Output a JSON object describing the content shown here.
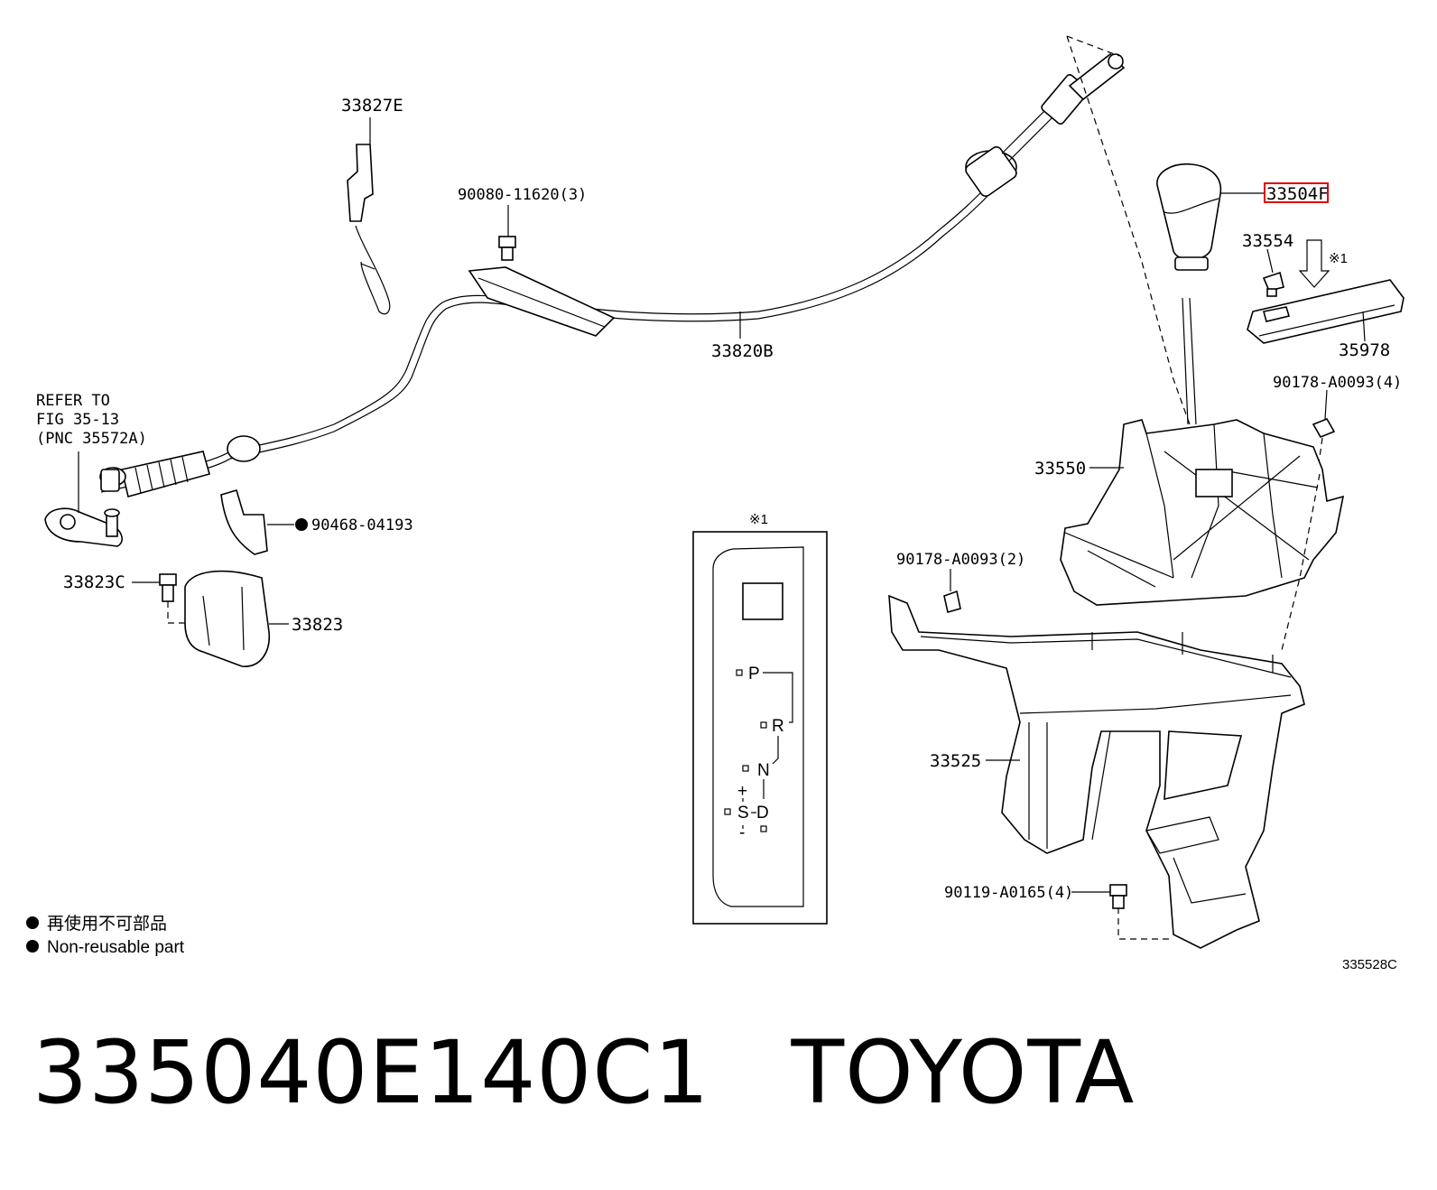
{
  "labels": {
    "p33827E": "33827E",
    "p90080": "90080-11620(3)",
    "p33820B": "33820B",
    "p33504F": "33504F",
    "p33554": "33554",
    "note1": "※1",
    "p35978": "35978",
    "p90178_4": "90178-A0093(4)",
    "p33550": "33550",
    "refer1": "REFER TO",
    "refer2": "FIG 35-13",
    "refer3": "(PNC 35572A)",
    "p90468": "90468-04193",
    "p33823C": "33823C",
    "p33823": "33823",
    "p90178_2": "90178-A0093(2)",
    "p33525": "33525",
    "p90119": "90119-A0165(4)",
    "diagram_ref": "335528C"
  },
  "shift_panel": {
    "note": "※1",
    "P": "P",
    "R": "R",
    "N": "N",
    "S": "S",
    "D": "D",
    "plus": "+",
    "minus": "-"
  },
  "legend": {
    "jp": "再使用不可部品",
    "en": "Non-reusable part"
  },
  "footer": {
    "part_number": "335040E140C1",
    "brand": "TOYOTA"
  },
  "colors": {
    "highlight": "#e00000"
  }
}
